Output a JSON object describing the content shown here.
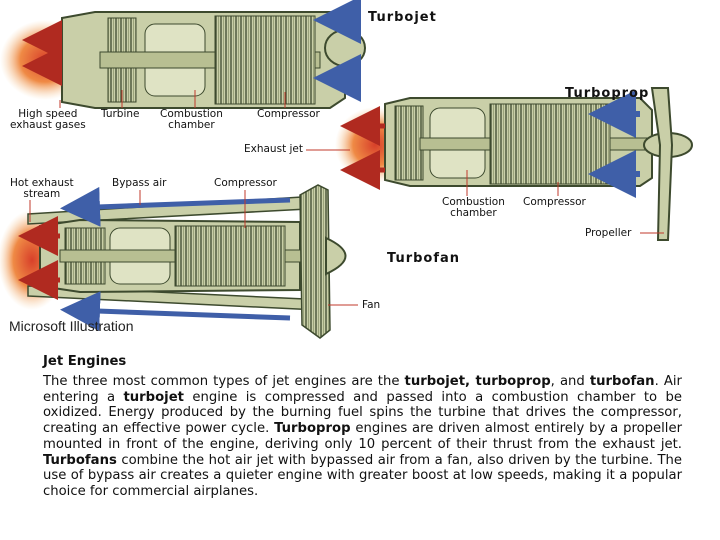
{
  "diagram": {
    "credit": "Microsoft Illustration",
    "turbojet": {
      "title": "Turbojet",
      "labels": {
        "exhaust": "High speed\nexhaust gases",
        "turbine": "Turbine",
        "combustion": "Combustion\nchamber",
        "compressor": "Compressor"
      }
    },
    "turboprop": {
      "title": "Turboprop",
      "labels": {
        "exhaust": "Exhaust jet",
        "combustion": "Combustion\nchamber",
        "compressor": "Compressor",
        "propeller": "Propeller"
      }
    },
    "turbofan": {
      "title": "Turbofan",
      "labels": {
        "hot_exhaust": "Hot exhaust\nstream",
        "bypass": "Bypass air",
        "compressor": "Compressor",
        "fan": "Fan"
      }
    },
    "colors": {
      "casing": "#c9cfa8",
      "outline": "#3d4a2e",
      "flame": "#e8642a",
      "airflow": "#3f5fa8",
      "marker": "#c0392b"
    }
  },
  "text": {
    "heading": "Jet Engines",
    "p1": "The three most common types of jet engines are the ",
    "b1": "turbojet, turboprop",
    "p2": ", and ",
    "b2": "turbofan",
    "p3": ". Air entering a ",
    "b3": "turbojet",
    "p4": " engine is compressed and passed into a combustion chamber to be oxidized. Energy produced by the burning fuel spins the turbine that drives the compressor, creating an effective power cycle. ",
    "b4": "Turboprop",
    "p5": " engines are driven almost entirely by a propeller mounted in front of the engine, deriving only 10 percent of their thrust from the exhaust jet. ",
    "b5": "Turbofans",
    "p6": " combine the hot air jet with bypassed air from a fan, also driven by the turbine. The use of bypass air creates a quieter engine with greater boost at low speeds, making it a popular choice for commercial airplanes."
  }
}
